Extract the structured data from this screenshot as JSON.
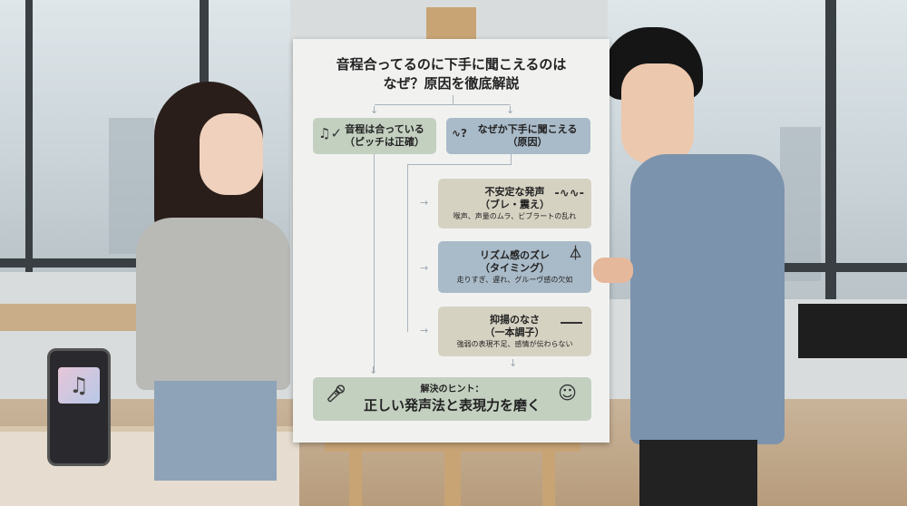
{
  "board": {
    "title_line1": "音程合ってるのに下手に聞こえるのは",
    "title_line2": "なぜ？原因を徹底解説",
    "left_box": {
      "title": "音程は合っている",
      "subtitle": "（ピッチは正確）",
      "icon": "music-note-check-icon"
    },
    "right_box": {
      "title": "なぜか下手に聞こえる",
      "subtitle": "（原因）",
      "icon": "waveform-question-icon"
    },
    "causes": [
      {
        "title": "不安定な発声",
        "subtitle": "（ブレ・震え）",
        "detail": "喉声、声量のムラ、ビブラートの乱れ",
        "icon": "waveform-icon",
        "color": "#d6d2c2"
      },
      {
        "title": "リズム感のズレ",
        "subtitle": "（タイミング）",
        "detail": "走りすぎ、遅れ、グルーヴ感の欠如",
        "icon": "metronome-icon",
        "color": "#a9bac8"
      },
      {
        "title": "抑揚のなさ",
        "subtitle": "（一本調子）",
        "detail": "強弱の表現不足、感情が伝わらない",
        "icon": "flat-line-icon",
        "color": "#d6d2c2"
      }
    ],
    "solution": {
      "label": "解決のヒント：",
      "text": "正しい発声法と表現力を磨く",
      "icons": [
        "microphone-icon",
        "smiley-icon"
      ]
    }
  }
}
